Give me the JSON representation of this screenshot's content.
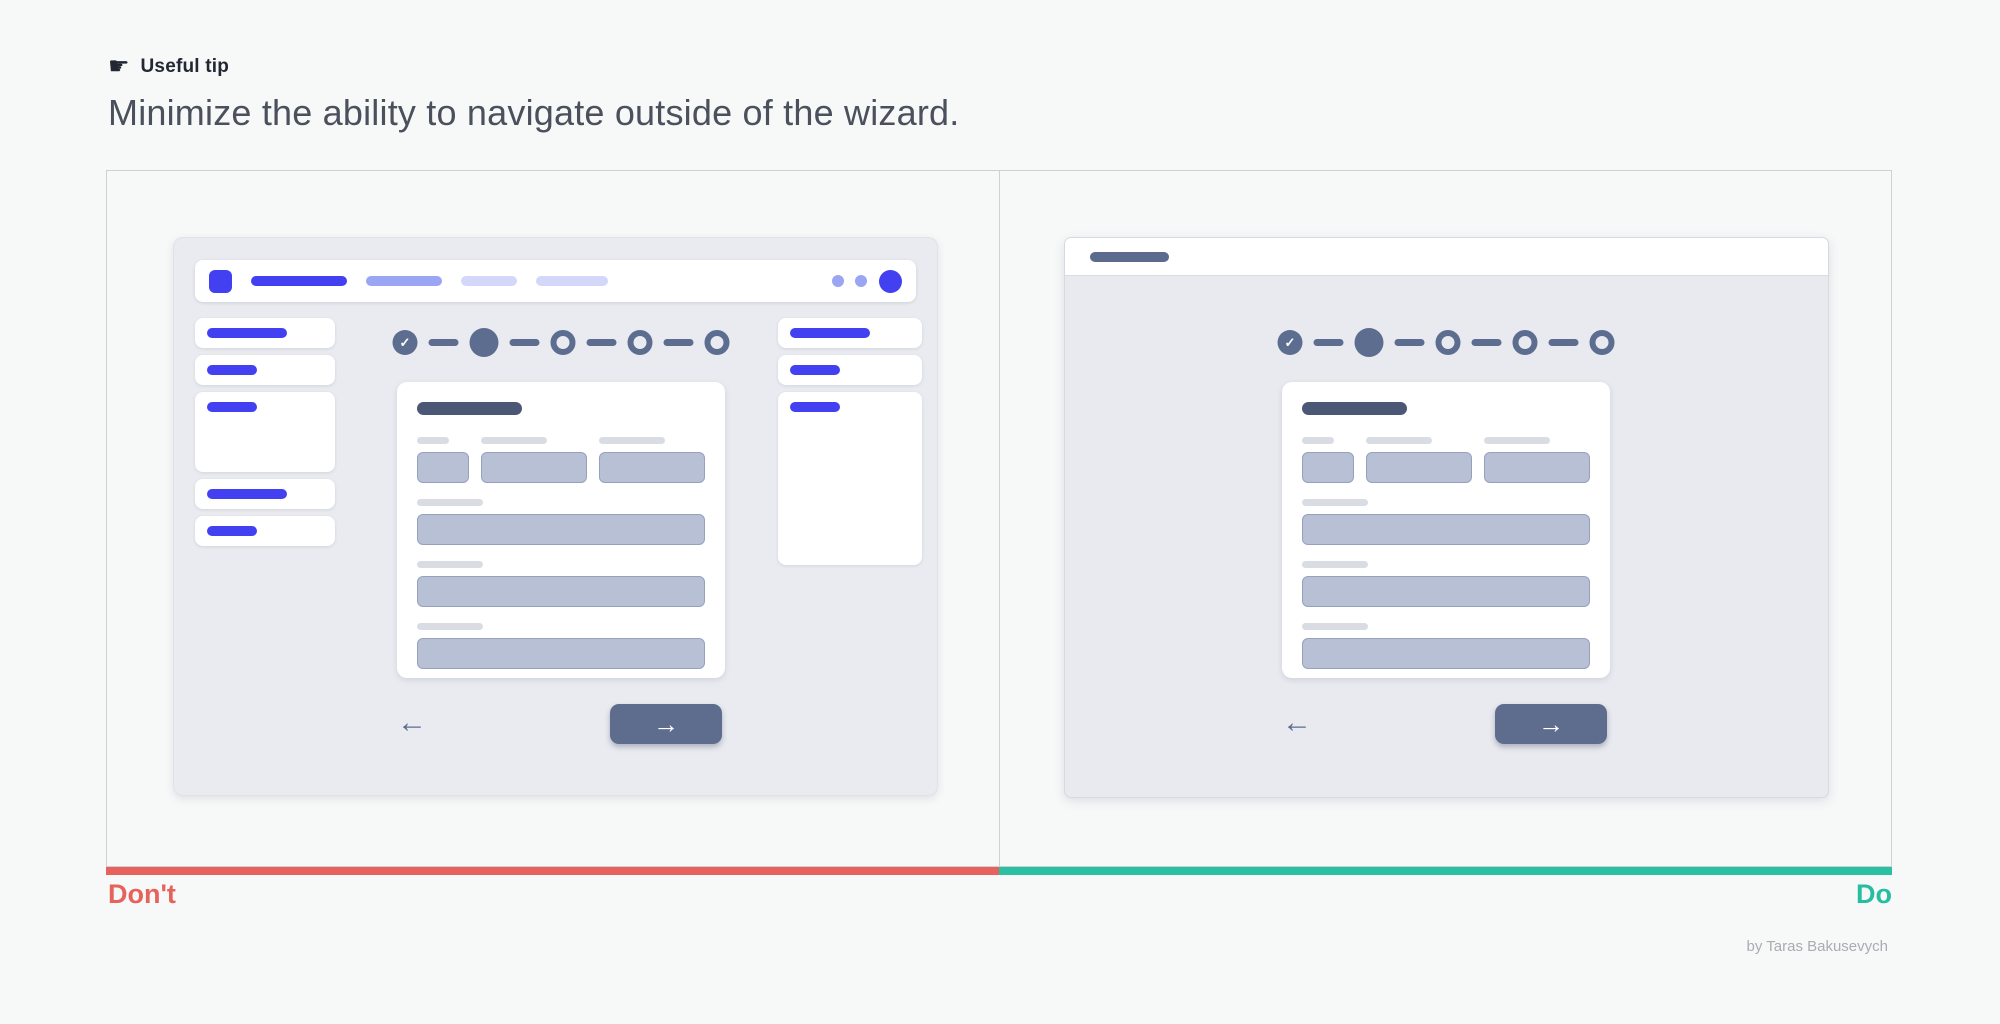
{
  "tip": {
    "icon": "pointing-hand-icon",
    "glyph": "☛",
    "eyebrow": "Useful tip",
    "title": "Minimize the ability to navigate outside of the wizard."
  },
  "comparison": {
    "dont": {
      "label": "Don't",
      "color": "#e7625c"
    },
    "do": {
      "label": "Do",
      "color": "#2cc0a2"
    }
  },
  "credit": "by Taras Bakusevych",
  "wizard": {
    "stepper": {
      "steps": [
        "done",
        "current",
        "todo",
        "todo",
        "todo"
      ],
      "check_icon": "✓"
    },
    "back_icon": "←",
    "next_icon": "→"
  },
  "colors": {
    "accent_blue": "#4240f1",
    "accent_blue_mid": "#9aa5f4",
    "accent_blue_faint": "#d3d7fa",
    "slate": "#5c6d90",
    "slate_dark": "#4a5875",
    "input_fill": "#b7c0d5",
    "input_border": "#96a1bd",
    "label_gray": "#d9dce3",
    "mockup_bg": "#e9ebf0",
    "page_bg": "#f7f8f8"
  }
}
